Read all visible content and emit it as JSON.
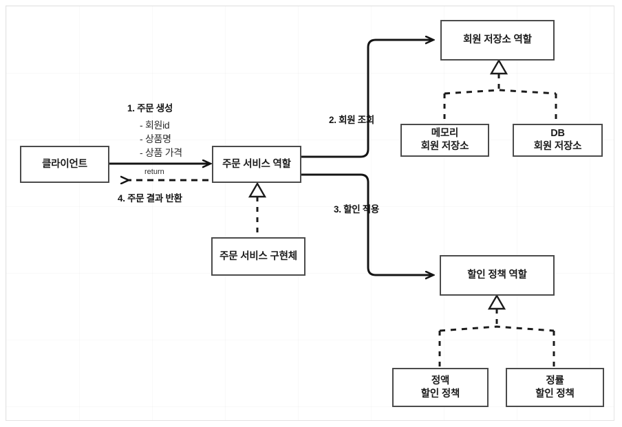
{
  "diagram": {
    "title": "Order service role collaboration diagram",
    "stroke_color": "#4a4a4a",
    "line_color": "#141414",
    "background": "#ffffff"
  },
  "nodes": {
    "client": {
      "label": "클라이언트"
    },
    "order_service_role": {
      "label": "주문 서비스 역할"
    },
    "order_service_impl": {
      "label": "주문 서비스 구현체"
    },
    "member_repository_role": {
      "label": "회원 저장소 역할"
    },
    "memory_member_repository": {
      "line1": "메모리",
      "line2": "회원 저장소"
    },
    "db_member_repository": {
      "line1": "DB",
      "line2": "회원 저장소"
    },
    "discount_policy_role": {
      "label": "할인 정책 역할"
    },
    "fixed_discount_policy": {
      "line1": "정액",
      "line2": "할인 정책"
    },
    "rate_discount_policy": {
      "line1": "정률",
      "line2": "할인 정책"
    }
  },
  "flows": {
    "step1": {
      "label": "1. 주문 생성"
    },
    "step1_params": {
      "p1": "- 회원id",
      "p2": "- 상품명",
      "p3": "- 상품 가격"
    },
    "return_tag": {
      "label": "return"
    },
    "step4": {
      "label": "4. 주문 결과 반환"
    },
    "step2": {
      "label": "2. 회원 조회"
    },
    "step3": {
      "label": "3. 할인 적용"
    }
  }
}
